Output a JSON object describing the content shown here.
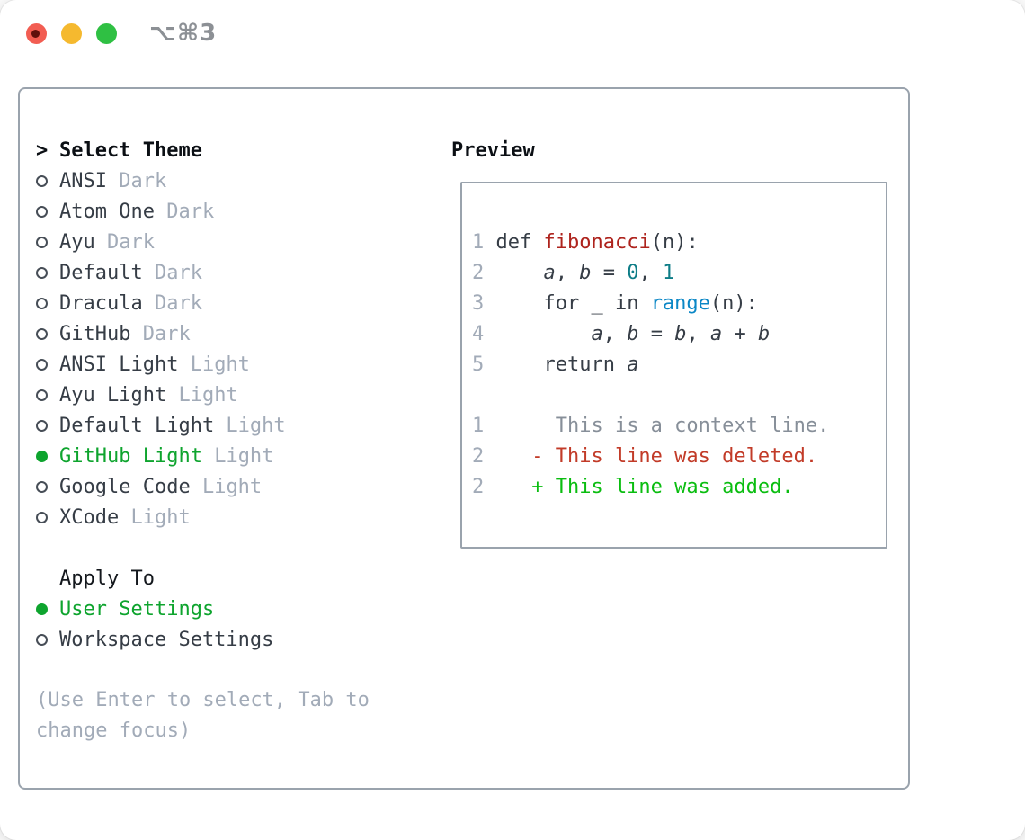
{
  "colors": {
    "accent_green": "#0ea42e",
    "diff_added_green": "#0abd10",
    "diff_deleted_red": "#c23b28",
    "code_function_red": "#ae231d",
    "code_number_teal": "#0e7d87",
    "code_builtin_blue": "#0b87c6",
    "text_dark": "#363d46",
    "text_muted": "#a2abb8",
    "context_gray": "#878f99",
    "border_gray": "#9aa3ad",
    "traffic_red": "#f25d52",
    "traffic_yellow": "#f5b92f",
    "traffic_green": "#2fc043"
  },
  "titlebar": {
    "hotkey": "⌥⌘3"
  },
  "picker": {
    "prefix": ">",
    "title": "Select Theme",
    "themes": [
      {
        "name": "ANSI",
        "variant": "Dark",
        "selected": false
      },
      {
        "name": "Atom One",
        "variant": "Dark",
        "selected": false
      },
      {
        "name": "Ayu",
        "variant": "Dark",
        "selected": false
      },
      {
        "name": "Default",
        "variant": "Dark",
        "selected": false
      },
      {
        "name": "Dracula",
        "variant": "Dark",
        "selected": false
      },
      {
        "name": "GitHub",
        "variant": "Dark",
        "selected": false
      },
      {
        "name": "ANSI Light",
        "variant": "Light",
        "selected": false
      },
      {
        "name": "Ayu Light",
        "variant": "Light",
        "selected": false
      },
      {
        "name": "Default Light",
        "variant": "Light",
        "selected": false
      },
      {
        "name": "GitHub Light",
        "variant": "Light",
        "selected": true
      },
      {
        "name": "Google Code",
        "variant": "Light",
        "selected": false
      },
      {
        "name": "XCode",
        "variant": "Light",
        "selected": false
      }
    ],
    "apply_to": {
      "label": "Apply To",
      "options": [
        {
          "label": "User Settings",
          "selected": true
        },
        {
          "label": "Workspace Settings",
          "selected": false
        }
      ]
    },
    "hint": "(Use Enter to select, Tab to change focus)"
  },
  "preview": {
    "label": "Preview",
    "code_lines": [
      {
        "no": "1",
        "tokens": [
          {
            "t": "def ",
            "c": "plain"
          },
          {
            "t": "fibonacci",
            "c": "func"
          },
          {
            "t": "(n):",
            "c": "plain"
          }
        ]
      },
      {
        "no": "2",
        "tokens": [
          {
            "t": "    ",
            "c": "plain"
          },
          {
            "t": "a",
            "c": "var"
          },
          {
            "t": ", ",
            "c": "plain"
          },
          {
            "t": "b",
            "c": "var"
          },
          {
            "t": " = ",
            "c": "plain"
          },
          {
            "t": "0",
            "c": "num"
          },
          {
            "t": ", ",
            "c": "plain"
          },
          {
            "t": "1",
            "c": "num"
          }
        ]
      },
      {
        "no": "3",
        "tokens": [
          {
            "t": "    for _ in ",
            "c": "plain"
          },
          {
            "t": "range",
            "c": "call"
          },
          {
            "t": "(n):",
            "c": "plain"
          }
        ]
      },
      {
        "no": "4",
        "tokens": [
          {
            "t": "        ",
            "c": "plain"
          },
          {
            "t": "a",
            "c": "var"
          },
          {
            "t": ", ",
            "c": "plain"
          },
          {
            "t": "b",
            "c": "var"
          },
          {
            "t": " = ",
            "c": "plain"
          },
          {
            "t": "b",
            "c": "var"
          },
          {
            "t": ", ",
            "c": "plain"
          },
          {
            "t": "a",
            "c": "var"
          },
          {
            "t": " + ",
            "c": "plain"
          },
          {
            "t": "b",
            "c": "var"
          }
        ]
      },
      {
        "no": "5",
        "tokens": [
          {
            "t": "    return ",
            "c": "plain"
          },
          {
            "t": "a",
            "c": "var"
          }
        ]
      }
    ],
    "diff_lines": [
      {
        "no": "1",
        "marker": " ",
        "text": "This is a context line.",
        "kind": "context"
      },
      {
        "no": "2",
        "marker": "-",
        "text": "This line was deleted.",
        "kind": "deleted"
      },
      {
        "no": "2",
        "marker": "+",
        "text": "This line was added.",
        "kind": "added"
      }
    ]
  }
}
